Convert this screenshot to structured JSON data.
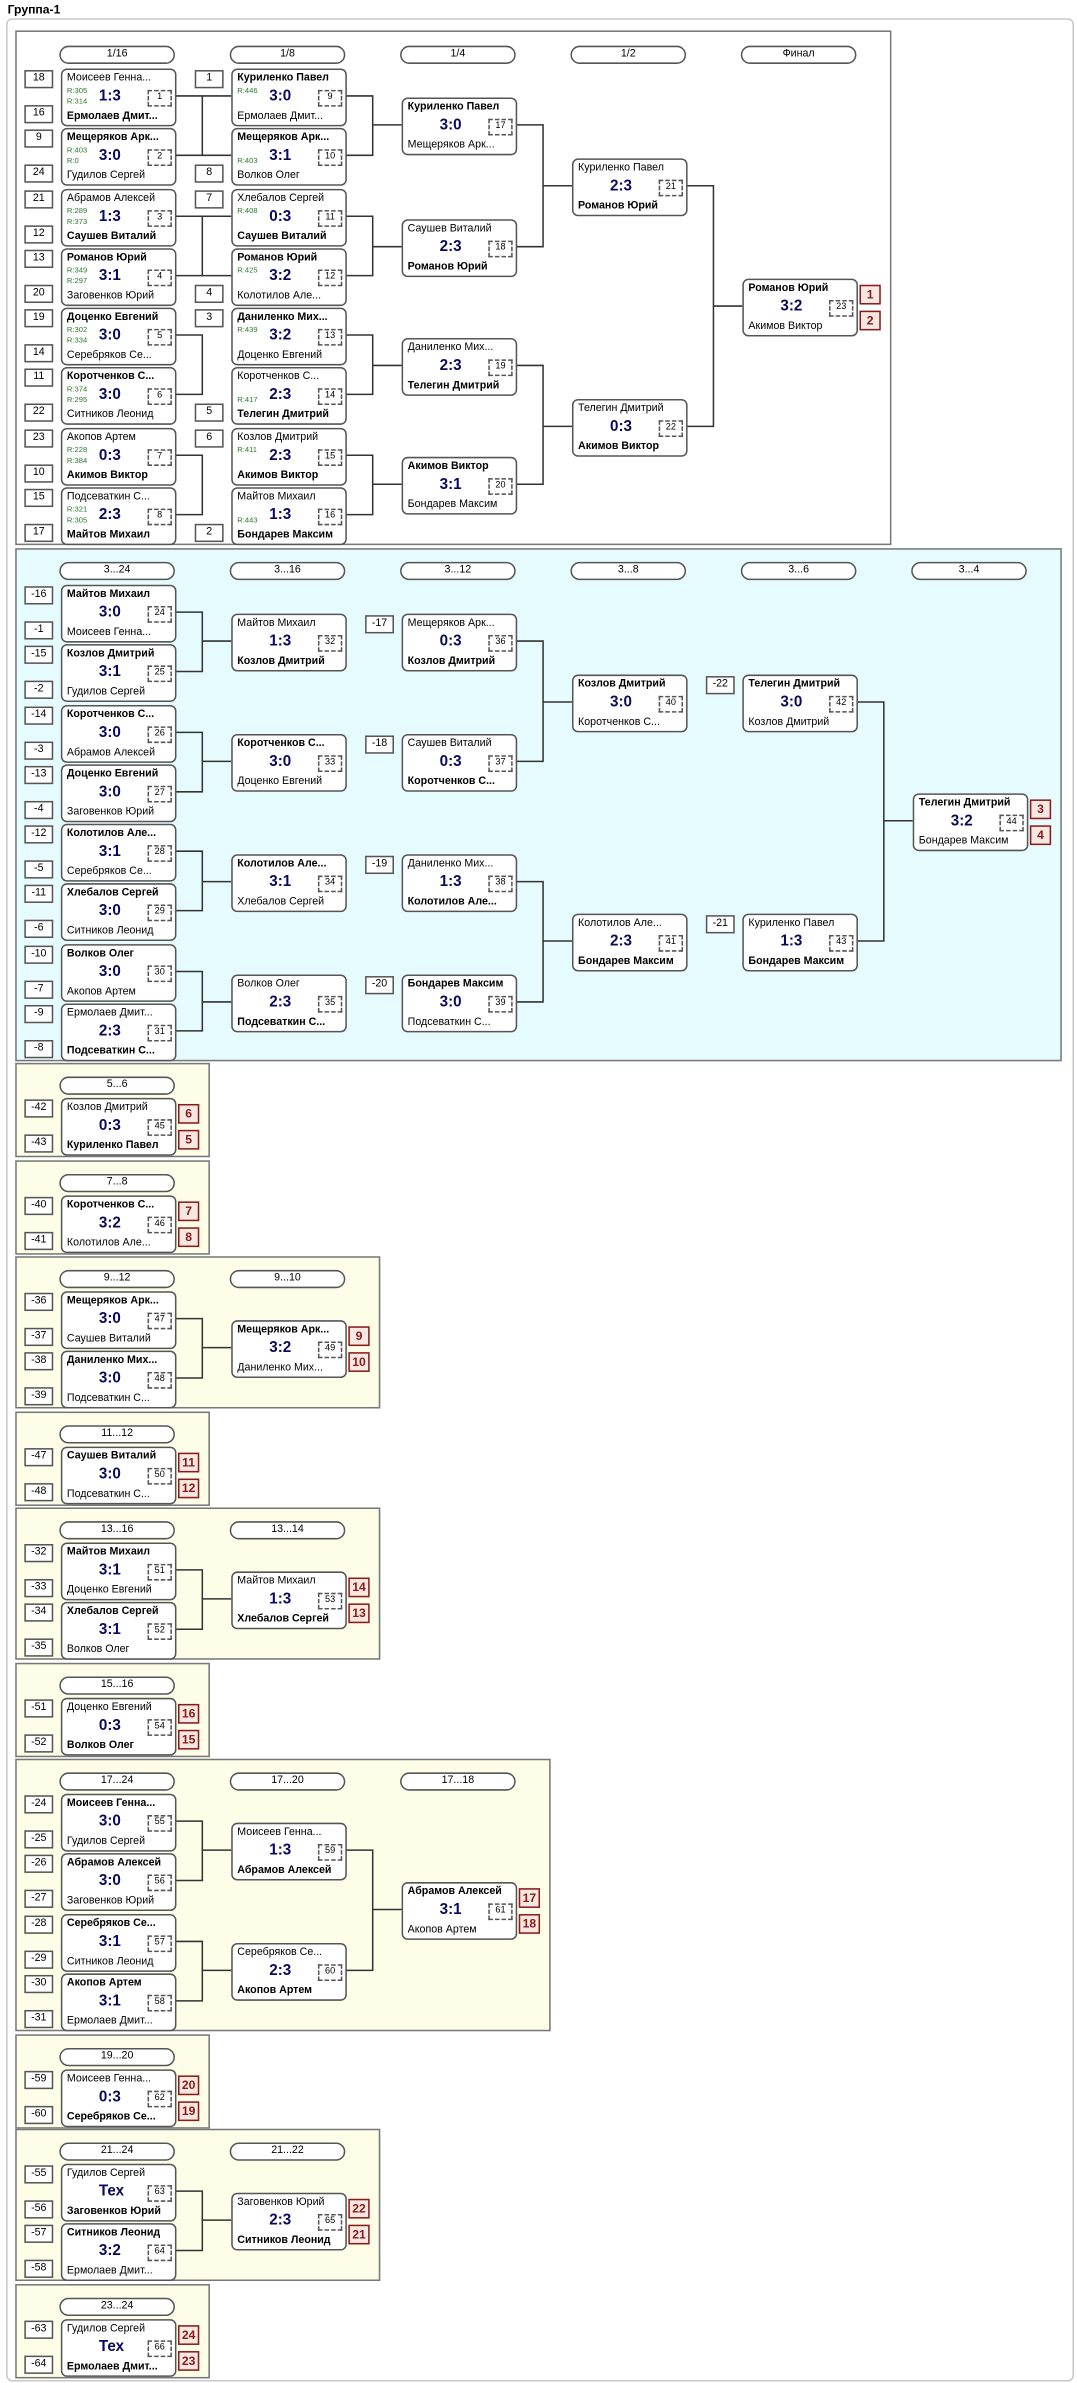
{
  "title": "Группа-1",
  "sections": [
    {
      "id": "main",
      "bg": "#ffffff",
      "headers": [
        "1/16",
        "1/8",
        "1/4",
        "1/2",
        "Финал"
      ],
      "matches": [
        {
          "n": "1",
          "p1": "Моисеев Генна...",
          "p2": "Ермолаев Дмит...",
          "s": "1:3",
          "w": 2,
          "s1": "18",
          "s2": "16",
          "r1": "R:305",
          "r2": "R:314"
        },
        {
          "n": "2",
          "p1": "Мещеряков Арк...",
          "p2": "Гудилов Сергей",
          "s": "3:0",
          "w": 1,
          "s1": "9",
          "s2": "24",
          "r1": "R:403",
          "r2": "R:0"
        },
        {
          "n": "3",
          "p1": "Абрамов Алексей",
          "p2": "Саушев Виталий",
          "s": "1:3",
          "w": 2,
          "s1": "21",
          "s2": "12",
          "r1": "R:289",
          "r2": "R:373"
        },
        {
          "n": "4",
          "p1": "Романов Юрий",
          "p2": "Заговенков Юрий",
          "s": "3:1",
          "w": 1,
          "s1": "13",
          "s2": "20",
          "r1": "R:349",
          "r2": "R:297"
        },
        {
          "n": "5",
          "p1": "Доценко Евгений",
          "p2": "Серебряков Се...",
          "s": "3:0",
          "w": 1,
          "s1": "19",
          "s2": "14",
          "r1": "R:302",
          "r2": "R:334"
        },
        {
          "n": "6",
          "p1": "Коротченков С...",
          "p2": "Ситников Леонид",
          "s": "3:0",
          "w": 1,
          "s1": "11",
          "s2": "22",
          "r1": "R:374",
          "r2": "R:295"
        },
        {
          "n": "7",
          "p1": "Акопов Артем",
          "p2": "Акимов Виктор",
          "s": "0:3",
          "w": 2,
          "s1": "23",
          "s2": "10",
          "r1": "R:228",
          "r2": "R:384"
        },
        {
          "n": "8",
          "p1": "Подсеваткин С...",
          "p2": "Майтов Михаил",
          "s": "2:3",
          "w": 2,
          "s1": "15",
          "s2": "17",
          "r1": "R:321",
          "r2": "R:305"
        },
        {
          "n": "9",
          "p1": "Куриленко Павел",
          "p2": "Ермолаев Дмит...",
          "s": "3:0",
          "w": 1,
          "s1": "1",
          "r1": "R:446"
        },
        {
          "n": "10",
          "p1": "Мещеряков Арк...",
          "p2": "Волков Олег",
          "s": "3:1",
          "w": 1,
          "s2": "8",
          "r2": "R:403"
        },
        {
          "n": "11",
          "p1": "Хлебалов Сергей",
          "p2": "Саушев Виталий",
          "s": "0:3",
          "w": 2,
          "s1": "7",
          "r1": "R:408"
        },
        {
          "n": "12",
          "p1": "Романов Юрий",
          "p2": "Колотилов Але...",
          "s": "3:2",
          "w": 1,
          "s2": "4",
          "r1": "R:425"
        },
        {
          "n": "13",
          "p1": "Даниленко Мих...",
          "p2": "Доценко Евгений",
          "s": "3:2",
          "w": 1,
          "s1": "3",
          "r1": "R:439"
        },
        {
          "n": "14",
          "p1": "Коротченков С...",
          "p2": "Телегин Дмитрий",
          "s": "2:3",
          "w": 2,
          "s2": "5",
          "r2": "R:417"
        },
        {
          "n": "15",
          "p1": "Козлов Дмитрий",
          "p2": "Акимов Виктор",
          "s": "2:3",
          "w": 2,
          "s1": "6",
          "r1": "R:411"
        },
        {
          "n": "16",
          "p1": "Майтов Михаил",
          "p2": "Бондарев Максим",
          "s": "1:3",
          "w": 2,
          "s2": "2",
          "r2": "R:443"
        },
        {
          "n": "17",
          "p1": "Куриленко Павел",
          "p2": "Мещеряков Арк...",
          "s": "3:0",
          "w": 1
        },
        {
          "n": "18",
          "p1": "Саушев Виталий",
          "p2": "Романов Юрий",
          "s": "2:3",
          "w": 2
        },
        {
          "n": "19",
          "p1": "Даниленко Мих...",
          "p2": "Телегин Дмитрий",
          "s": "2:3",
          "w": 2
        },
        {
          "n": "20",
          "p1": "Акимов Виктор",
          "p2": "Бондарев Максим",
          "s": "3:1",
          "w": 1
        },
        {
          "n": "21",
          "p1": "Куриленко Павел",
          "p2": "Романов Юрий",
          "s": "2:3",
          "w": 2
        },
        {
          "n": "22",
          "p1": "Телегин Дмитрий",
          "p2": "Акимов Виктор",
          "s": "0:3",
          "w": 2
        },
        {
          "n": "23",
          "p1": "Романов Юрий",
          "p2": "Акимов Виктор",
          "s": "3:2",
          "w": 1,
          "pl1": "1",
          "pl2": "2"
        }
      ]
    },
    {
      "id": "s3_24",
      "bg": "#e6fbfd",
      "headers": [
        "3...24",
        "3...16",
        "3...12",
        "3...8",
        "3...6",
        "3...4"
      ],
      "matches": [
        {
          "n": "24",
          "p1": "Майтов Михаил",
          "p2": "Моисеев Генна...",
          "s": "3:0",
          "w": 1,
          "s1": "-16",
          "s2": "-1"
        },
        {
          "n": "25",
          "p1": "Козлов Дмитрий",
          "p2": "Гудилов Сергей",
          "s": "3:1",
          "w": 1,
          "s1": "-15",
          "s2": "-2"
        },
        {
          "n": "26",
          "p1": "Коротченков С...",
          "p2": "Абрамов Алексей",
          "s": "3:0",
          "w": 1,
          "s1": "-14",
          "s2": "-3"
        },
        {
          "n": "27",
          "p1": "Доценко Евгений",
          "p2": "Заговенков Юрий",
          "s": "3:0",
          "w": 1,
          "s1": "-13",
          "s2": "-4"
        },
        {
          "n": "28",
          "p1": "Колотилов Але...",
          "p2": "Серебряков Се...",
          "s": "3:1",
          "w": 1,
          "s1": "-12",
          "s2": "-5"
        },
        {
          "n": "29",
          "p1": "Хлебалов Сергей",
          "p2": "Ситников Леонид",
          "s": "3:0",
          "w": 1,
          "s1": "-11",
          "s2": "-6"
        },
        {
          "n": "30",
          "p1": "Волков Олег",
          "p2": "Акопов Артем",
          "s": "3:0",
          "w": 1,
          "s1": "-10",
          "s2": "-7"
        },
        {
          "n": "31",
          "p1": "Ермолаев Дмит...",
          "p2": "Подсеваткин С...",
          "s": "2:3",
          "w": 2,
          "s1": "-9",
          "s2": "-8"
        },
        {
          "n": "32",
          "p1": "Майтов Михаил",
          "p2": "Козлов Дмитрий",
          "s": "1:3",
          "w": 2
        },
        {
          "n": "33",
          "p1": "Коротченков С...",
          "p2": "Доценко Евгений",
          "s": "3:0",
          "w": 1
        },
        {
          "n": "34",
          "p1": "Колотилов Але...",
          "p2": "Хлебалов Сергей",
          "s": "3:1",
          "w": 1
        },
        {
          "n": "35",
          "p1": "Волков Олег",
          "p2": "Подсеваткин С...",
          "s": "2:3",
          "w": 2
        },
        {
          "n": "36",
          "p1": "Мещеряков Арк...",
          "p2": "Козлов Дмитрий",
          "s": "0:3",
          "w": 2,
          "s1": "-17"
        },
        {
          "n": "37",
          "p1": "Саушев Виталий",
          "p2": "Коротченков С...",
          "s": "0:3",
          "w": 2,
          "s1": "-18"
        },
        {
          "n": "38",
          "p1": "Даниленко Мих...",
          "p2": "Колотилов Але...",
          "s": "1:3",
          "w": 2,
          "s1": "-19"
        },
        {
          "n": "39",
          "p1": "Бондарев Максим",
          "p2": "Подсеваткин С...",
          "s": "3:0",
          "w": 1,
          "s1": "-20"
        },
        {
          "n": "40",
          "p1": "Козлов Дмитрий",
          "p2": "Коротченков С...",
          "s": "3:0",
          "w": 1
        },
        {
          "n": "41",
          "p1": "Колотилов Але...",
          "p2": "Бондарев Максим",
          "s": "2:3",
          "w": 2
        },
        {
          "n": "42",
          "p1": "Телегин Дмитрий",
          "p2": "Козлов Дмитрий",
          "s": "3:0",
          "w": 1,
          "s1": "-22"
        },
        {
          "n": "43",
          "p1": "Куриленко Павел",
          "p2": "Бондарев Максим",
          "s": "1:3",
          "w": 2,
          "s1": "-21"
        },
        {
          "n": "44",
          "p1": "Телегин Дмитрий",
          "p2": "Бондарев Максим",
          "s": "3:2",
          "w": 1,
          "pl1": "3",
          "pl2": "4"
        }
      ]
    },
    {
      "id": "s5_6",
      "bg": "#fdfde8",
      "headers": [
        "5...6"
      ],
      "matches": [
        {
          "n": "45",
          "p1": "Козлов Дмитрий",
          "p2": "Куриленко Павел",
          "s": "0:3",
          "w": 2,
          "s1": "-42",
          "s2": "-43",
          "pl1": "6",
          "pl2": "5"
        }
      ]
    },
    {
      "id": "s7_8",
      "bg": "#fdfde8",
      "headers": [
        "7...8"
      ],
      "matches": [
        {
          "n": "46",
          "p1": "Коротченков С...",
          "p2": "Колотилов Але...",
          "s": "3:2",
          "w": 1,
          "s1": "-40",
          "s2": "-41",
          "pl1": "7",
          "pl2": "8"
        }
      ]
    },
    {
      "id": "s9_12",
      "bg": "#fdfde8",
      "headers": [
        "9...12",
        "9...10"
      ],
      "matches": [
        {
          "n": "47",
          "p1": "Мещеряков Арк...",
          "p2": "Саушев Виталий",
          "s": "3:0",
          "w": 1,
          "s1": "-36",
          "s2": "-37"
        },
        {
          "n": "48",
          "p1": "Даниленко Мих...",
          "p2": "Подсеваткин С...",
          "s": "3:0",
          "w": 1,
          "s1": "-38",
          "s2": "-39"
        },
        {
          "n": "49",
          "p1": "Мещеряков Арк...",
          "p2": "Даниленко Мих...",
          "s": "3:2",
          "w": 1,
          "pl1": "9",
          "pl2": "10"
        }
      ]
    },
    {
      "id": "s11_12",
      "bg": "#fdfde8",
      "headers": [
        "11...12"
      ],
      "matches": [
        {
          "n": "50",
          "p1": "Саушев Виталий",
          "p2": "Подсеваткин С...",
          "s": "3:0",
          "w": 1,
          "s1": "-47",
          "s2": "-48",
          "pl1": "11",
          "pl2": "12"
        }
      ]
    },
    {
      "id": "s13_16",
      "bg": "#fdfde8",
      "headers": [
        "13...16",
        "13...14"
      ],
      "matches": [
        {
          "n": "51",
          "p1": "Майтов Михаил",
          "p2": "Доценко Евгений",
          "s": "3:1",
          "w": 1,
          "s1": "-32",
          "s2": "-33"
        },
        {
          "n": "52",
          "p1": "Хлебалов Сергей",
          "p2": "Волков Олег",
          "s": "3:1",
          "w": 1,
          "s1": "-34",
          "s2": "-35"
        },
        {
          "n": "53",
          "p1": "Майтов Михаил",
          "p2": "Хлебалов Сергей",
          "s": "1:3",
          "w": 2,
          "pl1": "14",
          "pl2": "13"
        }
      ]
    },
    {
      "id": "s15_16",
      "bg": "#fdfde8",
      "headers": [
        "15...16"
      ],
      "matches": [
        {
          "n": "54",
          "p1": "Доценко Евгений",
          "p2": "Волков Олег",
          "s": "0:3",
          "w": 2,
          "s1": "-51",
          "s2": "-52",
          "pl1": "16",
          "pl2": "15"
        }
      ]
    },
    {
      "id": "s17_24",
      "bg": "#fdfde8",
      "headers": [
        "17...24",
        "17...20",
        "17...18"
      ],
      "matches": [
        {
          "n": "55",
          "p1": "Моисеев Генна...",
          "p2": "Гудилов Сергей",
          "s": "3:0",
          "w": 1,
          "s1": "-24",
          "s2": "-25"
        },
        {
          "n": "56",
          "p1": "Абрамов Алексей",
          "p2": "Заговенков Юрий",
          "s": "3:0",
          "w": 1,
          "s1": "-26",
          "s2": "-27"
        },
        {
          "n": "57",
          "p1": "Серебряков Се...",
          "p2": "Ситников Леонид",
          "s": "3:1",
          "w": 1,
          "s1": "-28",
          "s2": "-29"
        },
        {
          "n": "58",
          "p1": "Акопов Артем",
          "p2": "Ермолаев Дмит...",
          "s": "3:1",
          "w": 1,
          "s1": "-30",
          "s2": "-31"
        },
        {
          "n": "59",
          "p1": "Моисеев Генна...",
          "p2": "Абрамов Алексей",
          "s": "1:3",
          "w": 2
        },
        {
          "n": "60",
          "p1": "Серебряков Се...",
          "p2": "Акопов Артем",
          "s": "2:3",
          "w": 2
        },
        {
          "n": "61",
          "p1": "Абрамов Алексей",
          "p2": "Акопов Артем",
          "s": "3:1",
          "w": 1,
          "pl1": "17",
          "pl2": "18"
        }
      ]
    },
    {
      "id": "s19_20",
      "bg": "#fdfde8",
      "headers": [
        "19...20"
      ],
      "matches": [
        {
          "n": "62",
          "p1": "Моисеев Генна...",
          "p2": "Серебряков Се...",
          "s": "0:3",
          "w": 2,
          "s1": "-59",
          "s2": "-60",
          "pl1": "20",
          "pl2": "19"
        }
      ]
    },
    {
      "id": "s21_24",
      "bg": "#fdfde8",
      "headers": [
        "21...24",
        "21...22"
      ],
      "matches": [
        {
          "n": "63",
          "p1": "Гудилов Сергей",
          "p2": "Заговенков Юрий",
          "s": "Тех",
          "w": 2,
          "s1": "-55",
          "s2": "-56"
        },
        {
          "n": "64",
          "p1": "Ситников Леонид",
          "p2": "Ермолаев Дмит...",
          "s": "3:2",
          "w": 1,
          "s1": "-57",
          "s2": "-58"
        },
        {
          "n": "65",
          "p1": "Заговенков Юрий",
          "p2": "Ситников Леонид",
          "s": "2:3",
          "w": 2,
          "pl1": "22",
          "pl2": "21"
        }
      ]
    },
    {
      "id": "s23_24",
      "bg": "#fdfde8",
      "headers": [
        "23...24"
      ],
      "matches": [
        {
          "n": "66",
          "p1": "Гудилов Сергей",
          "p2": "Ермолаев Дмит...",
          "s": "Тех",
          "w": 2,
          "s1": "-63",
          "s2": "-64",
          "pl1": "24",
          "pl2": "23"
        }
      ]
    }
  ]
}
